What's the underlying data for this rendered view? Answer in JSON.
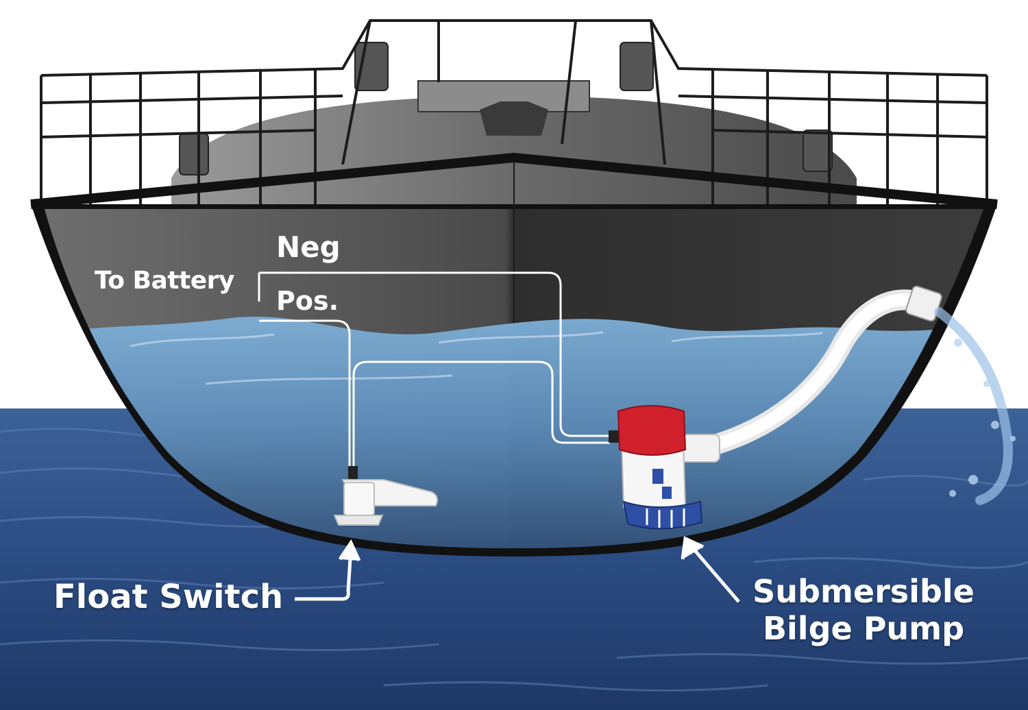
{
  "labels": {
    "to_battery": "To Battery",
    "neg": "Neg",
    "pos": "Pos.",
    "float_switch": "Float Switch",
    "pump_line1": "Submersible",
    "pump_line2": "Bilge Pump"
  },
  "icons": {
    "boat": "boat-bow-icon",
    "float_switch": "float-switch-icon",
    "bilge_pump": "bilge-pump-icon",
    "arrow": "arrow-icon"
  },
  "colors": {
    "sea": "#2c4f86",
    "hull": "#3b3b3b",
    "bilge_water": "#6f9fc8",
    "wire": "#ffffff",
    "pump_red": "#d0202c",
    "pump_blue": "#2e4fa6",
    "label": "#ffffff"
  }
}
